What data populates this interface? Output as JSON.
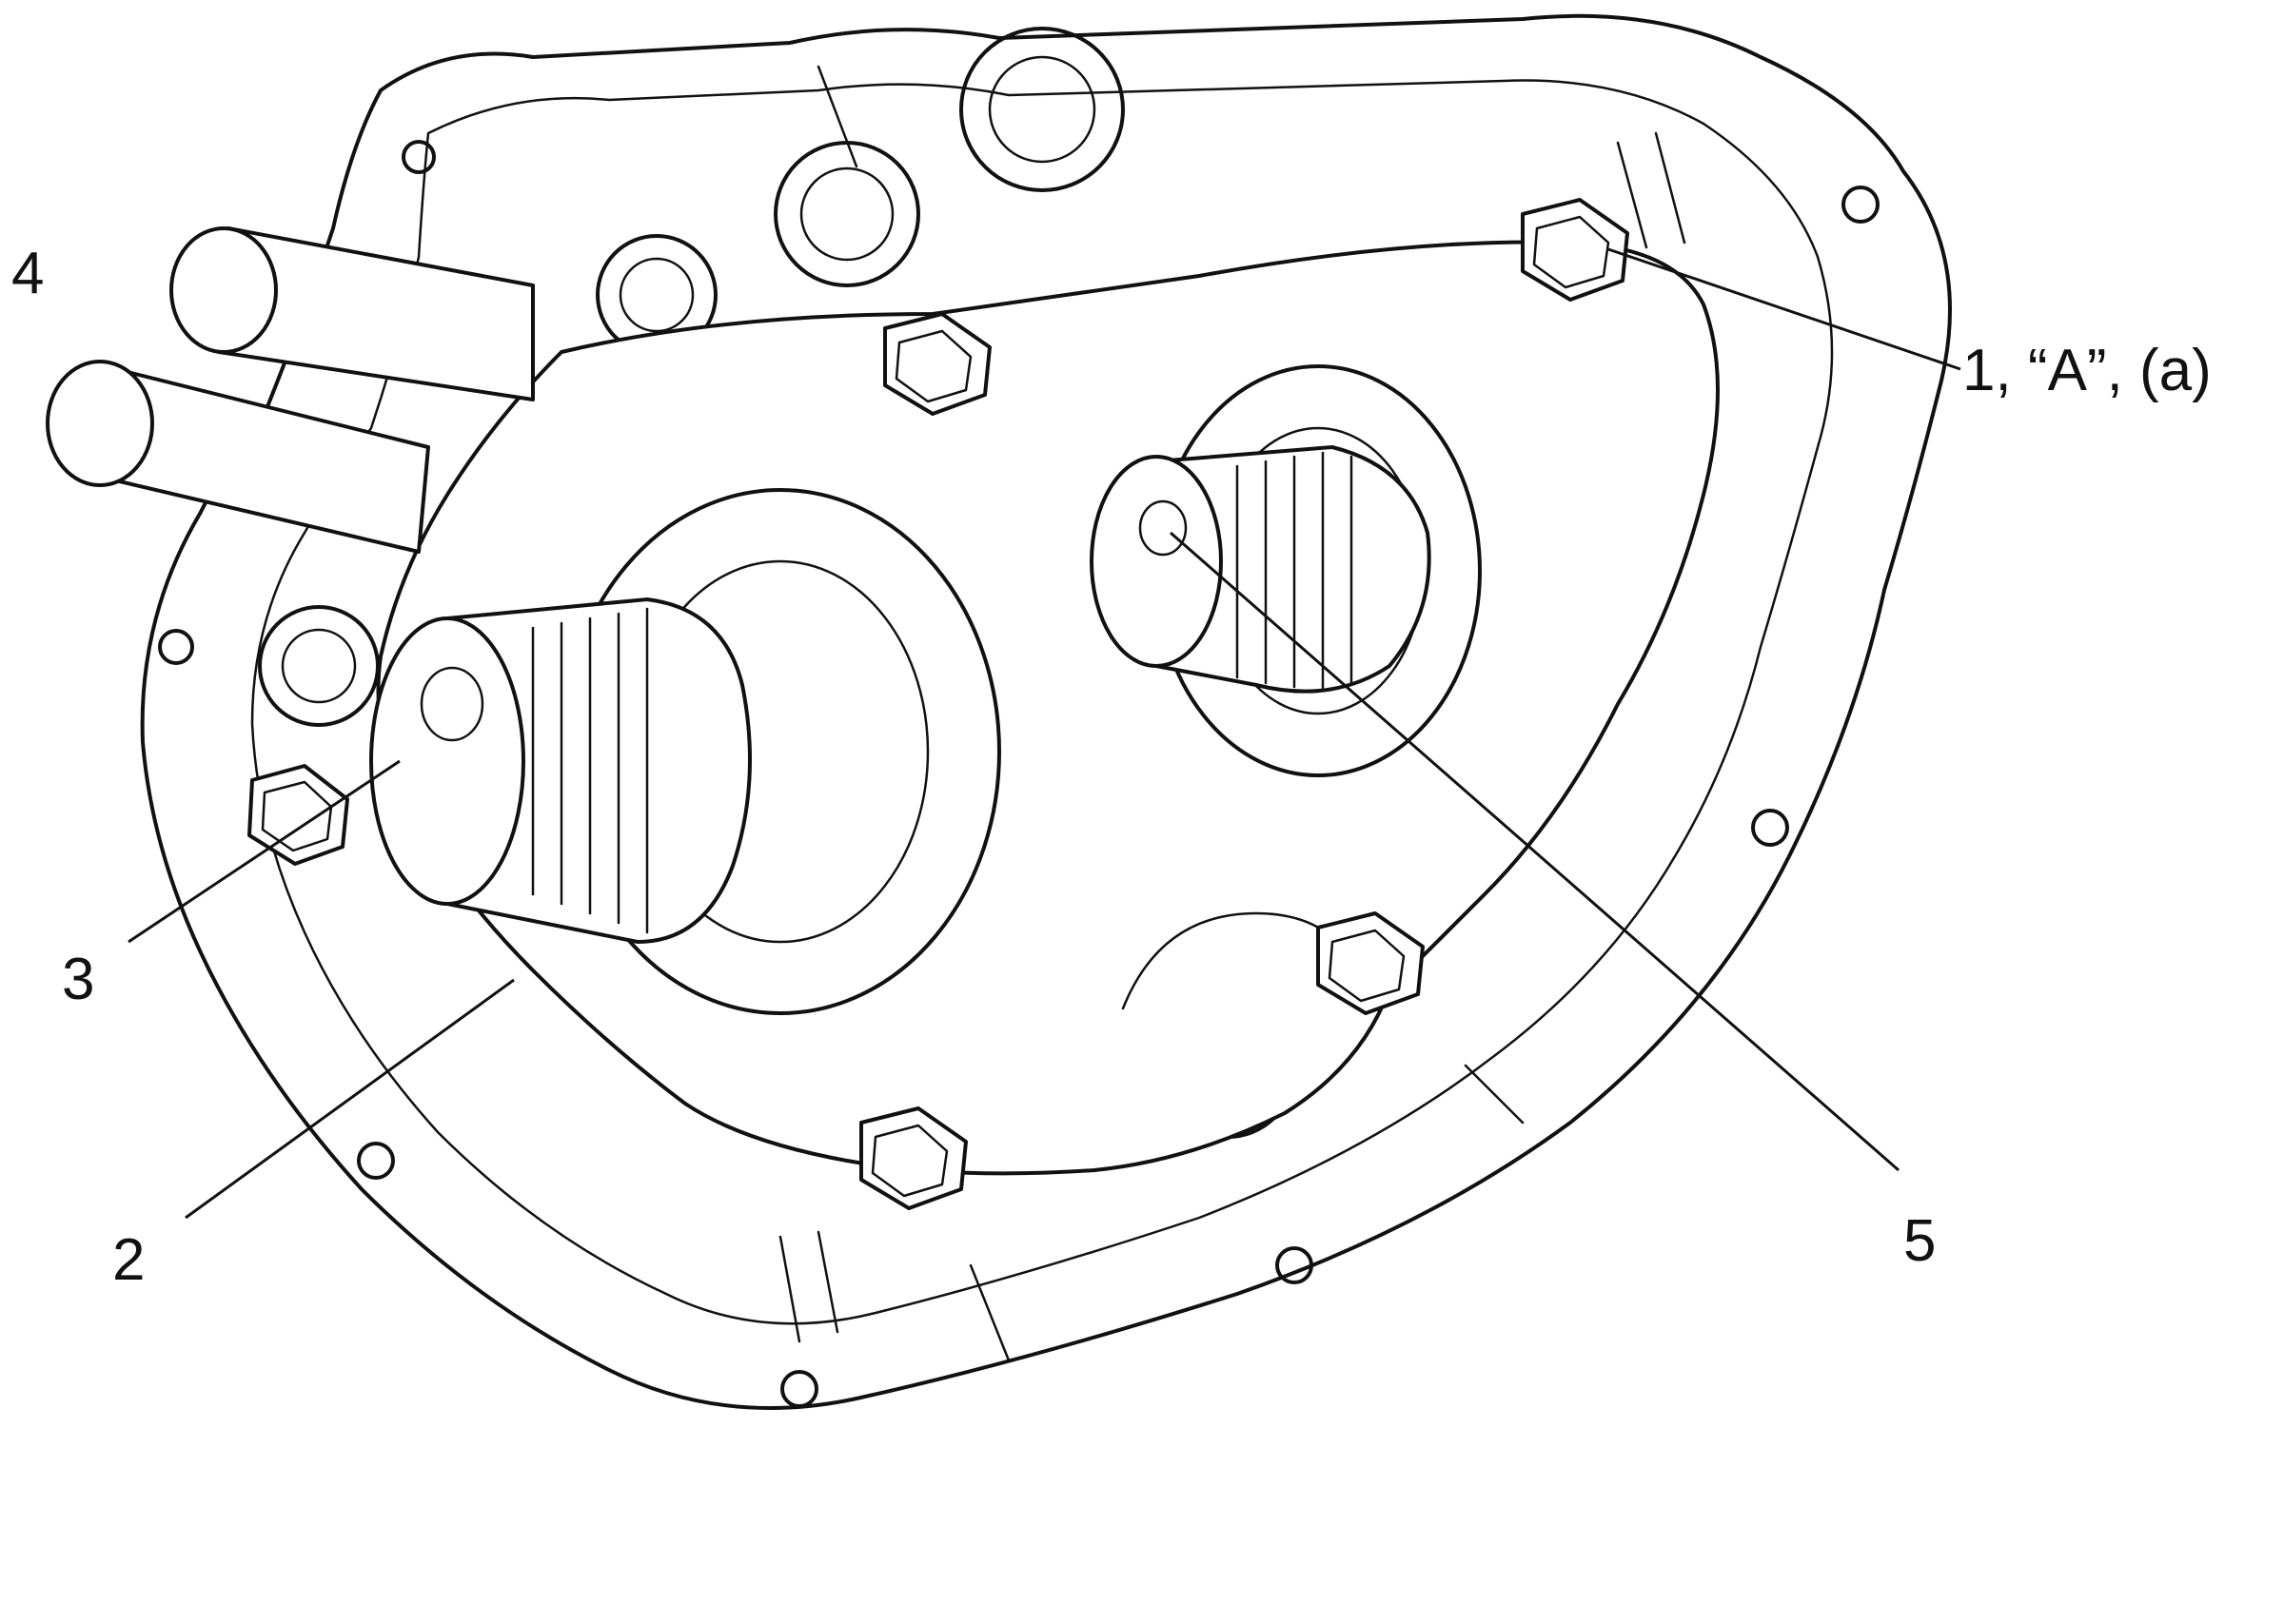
{
  "callouts": {
    "c1": "1, “A”, (a)",
    "c2": "2",
    "c3": "3",
    "c4": "4",
    "c5": "5"
  },
  "colors": {
    "line": "#111111",
    "background": "#ffffff"
  }
}
